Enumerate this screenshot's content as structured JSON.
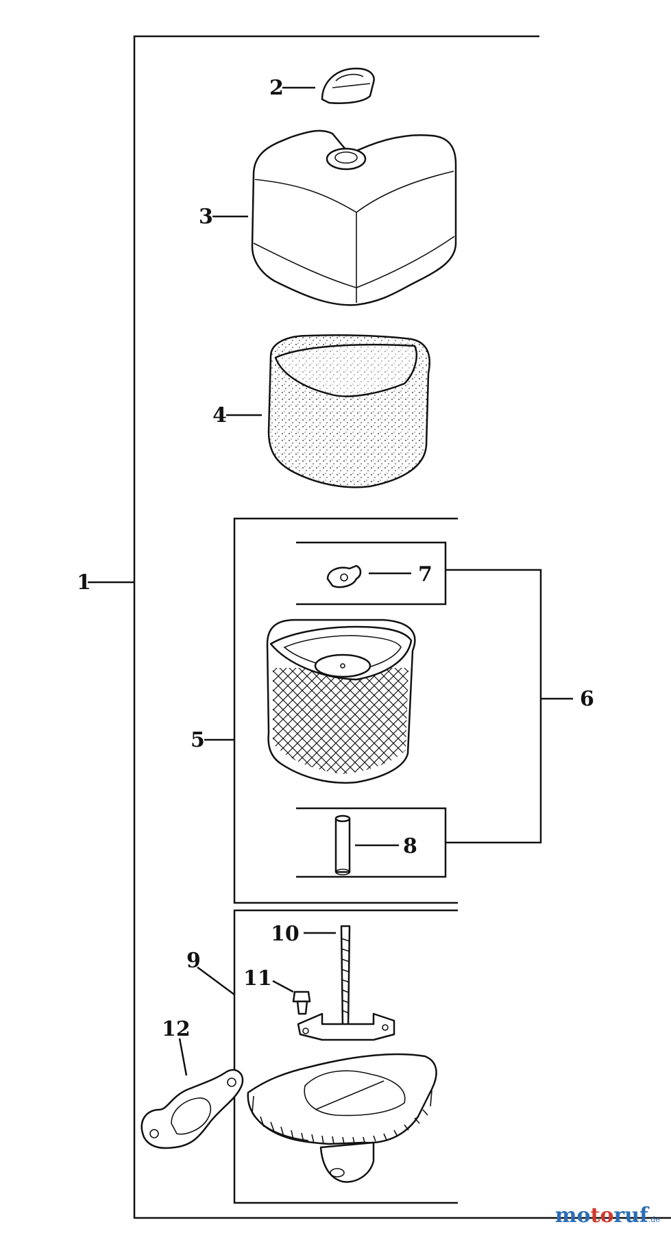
{
  "diagram": {
    "callouts": [
      "1",
      "2",
      "3",
      "4",
      "5",
      "6",
      "7",
      "8",
      "9",
      "10",
      "11",
      "12"
    ]
  },
  "watermark": {
    "text_a": "mo",
    "text_b": "to",
    "text_c": "ruf",
    "domain": ".de"
  },
  "colors": {
    "line": "#111111",
    "watermark_blue": "#2a6db5",
    "watermark_red": "#d0372b"
  }
}
